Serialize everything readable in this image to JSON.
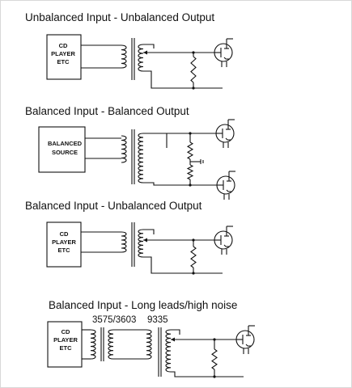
{
  "sections": [
    {
      "title": "Unbalanced Input - Unbalanced Output",
      "source_lines": [
        "CD",
        "PLAYER",
        "ETC"
      ]
    },
    {
      "title": "Balanced Input - Balanced Output",
      "source_lines": [
        "BALANCED",
        "SOURCE"
      ]
    },
    {
      "title": "Balanced Input - Unbalanced Output",
      "source_lines": [
        "CD",
        "PLAYER",
        "ETC"
      ]
    },
    {
      "title": "Balanced Input - Long leads/high noise",
      "source_lines": [
        "CD",
        "PLAYER",
        "ETC"
      ],
      "part_numbers": [
        "3575/3603",
        "9335"
      ]
    }
  ]
}
